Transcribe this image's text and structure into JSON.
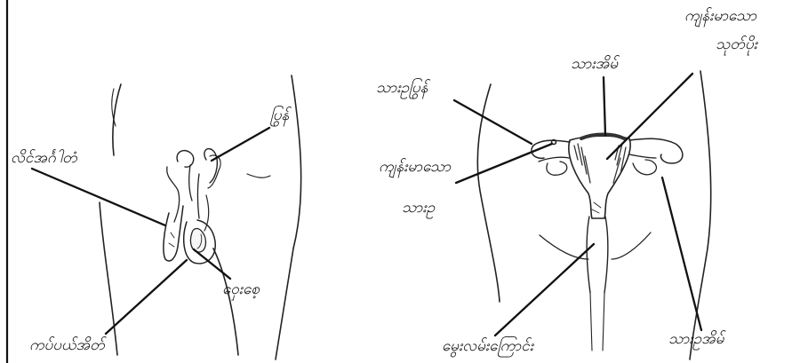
{
  "male_labels": {
    "vas_deferens": "ပြွန်",
    "penis": "လိင်အင်္ဂါတံ",
    "testis": "ဝှေးစေ့",
    "scrotum": "ကပ်ပယ်အိတ်"
  },
  "female_labels": {
    "fallopian_tube": "ကျန်းမာသော",
    "fallopian_tube_sub": "သုတ်ပိုး",
    "uterus": "သားအိမ်",
    "oviduct": "သားဥပြွန်",
    "ovum": "ကျန်းမာသော",
    "ovum_sub": "သားဥ",
    "vagina": "မွေးလမ်းကြောင်း",
    "ovary": "သားဥအိမ်"
  }
}
